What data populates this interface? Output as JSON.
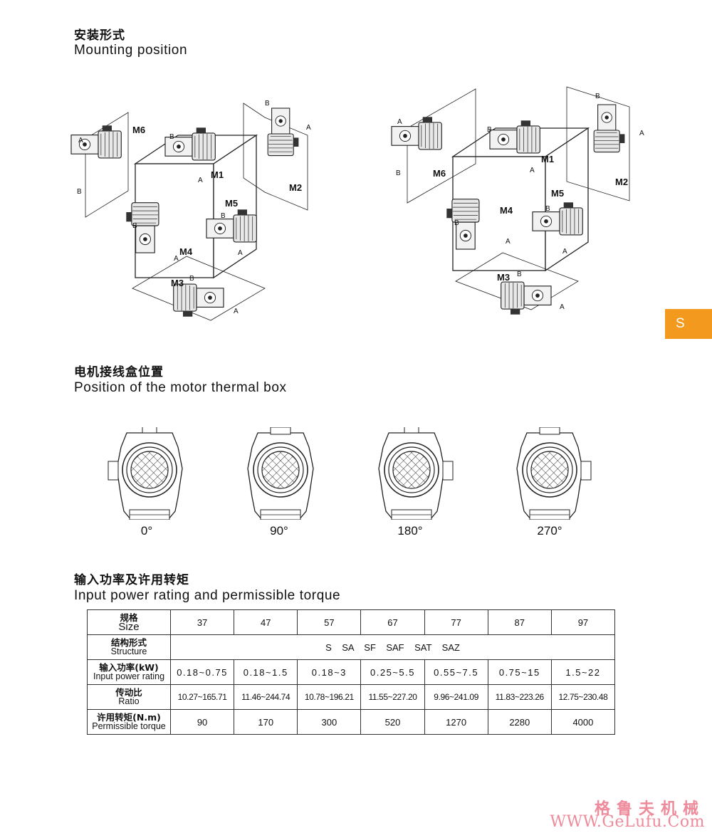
{
  "mounting": {
    "title_cn": "安装形式",
    "title_en": "Mounting position",
    "left_labels": [
      "M6",
      "M1",
      "M2",
      "M5",
      "M4",
      "M3"
    ],
    "right_labels": [
      "M6",
      "M1",
      "M2",
      "M5",
      "M4",
      "M3"
    ],
    "a": "A",
    "b": "B"
  },
  "tab_label": "S",
  "thermal": {
    "title_cn": "电机接线盒位置",
    "title_en": "Position of the motor thermal box",
    "angles": [
      "0°",
      "90°",
      "180°",
      "270°"
    ]
  },
  "power": {
    "title_cn": "输入功率及许用转矩",
    "title_en": "Input power rating and permissible torque"
  },
  "table": {
    "size_cn": "规格",
    "size_en": "Size",
    "sizes": [
      "37",
      "47",
      "57",
      "67",
      "77",
      "87",
      "97"
    ],
    "structure_cn": "结构形式",
    "structure_en": "Structure",
    "structure_value": "S    SA    SF    SAF    SAT    SAZ",
    "power_cn": "输入功率(kW)",
    "power_en": "Input power rating",
    "power": [
      "0.18~0.75",
      "0.18~1.5",
      "0.18~3",
      "0.25~5.5",
      "0.55~7.5",
      "0.75~15",
      "1.5~22"
    ],
    "ratio_cn": "传动比",
    "ratio_en": "Ratio",
    "ratio": [
      "10.27~165.71",
      "11.46~244.74",
      "10.78~196.21",
      "11.55~227.20",
      "9.96~241.09",
      "11.83~223.26",
      "12.75~230.48"
    ],
    "torque_cn": "许用转矩(N.m)",
    "torque_en": "Permissible torque",
    "torque": [
      "90",
      "170",
      "300",
      "520",
      "1270",
      "2280",
      "4000"
    ]
  },
  "watermark": {
    "cn": "格鲁夫机械",
    "url": "WWW.GeLufu.Com"
  }
}
